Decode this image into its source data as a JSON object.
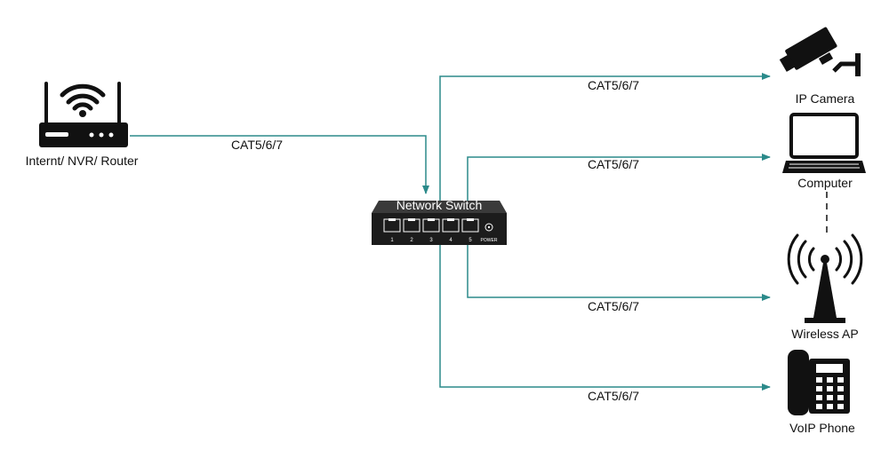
{
  "colors": {
    "link": "#2b8a8a",
    "device": "#111111",
    "switch_body": "#1c1c1c",
    "background": "#ffffff"
  },
  "nodes": {
    "router": {
      "label": "Internt/ NVR/ Router",
      "icon": "wifi-router-icon"
    },
    "switch": {
      "label": "Network Switch",
      "ports": [
        "1",
        "2",
        "3",
        "4",
        "5"
      ],
      "power_label": "POWER",
      "icon": "network-switch-icon"
    },
    "ip_camera": {
      "label": "IP Camera",
      "icon": "cctv-camera-icon"
    },
    "computer": {
      "label": "Computer",
      "icon": "laptop-icon"
    },
    "wireless_ap": {
      "label": "Wireless AP",
      "icon": "wireless-antenna-icon"
    },
    "voip_phone": {
      "label": "VoIP Phone",
      "icon": "desk-phone-icon"
    }
  },
  "links": [
    {
      "from": "router",
      "to": "switch",
      "label": "CAT5/6/7"
    },
    {
      "from": "switch",
      "to": "ip_camera",
      "label": "CAT5/6/7"
    },
    {
      "from": "switch",
      "to": "computer",
      "label": "CAT5/6/7"
    },
    {
      "from": "switch",
      "to": "wireless_ap",
      "label": "CAT5/6/7"
    },
    {
      "from": "switch",
      "to": "voip_phone",
      "label": "CAT5/6/7"
    }
  ]
}
